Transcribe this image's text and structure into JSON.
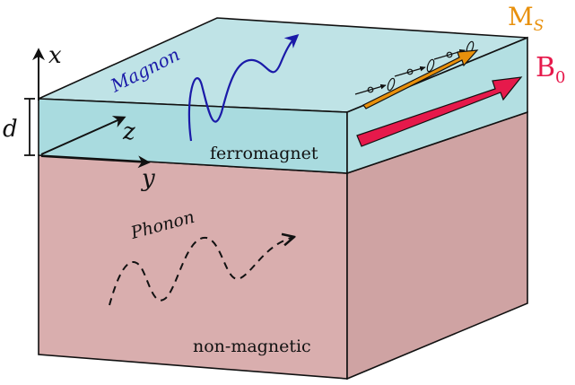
{
  "labels": {
    "magnon": "Magnon",
    "phonon": "Phonon",
    "ferromagnet": "ferromagnet",
    "non_magnetic": "non-magnetic",
    "axis_x": "x",
    "axis_y": "y",
    "axis_z": "z",
    "thickness": "d",
    "field_main": "B",
    "field_sub": "0",
    "magnetization_main": "M",
    "magnetization_sub": "S"
  },
  "colors": {
    "ferromagnet_layer": "#a9dbdf",
    "ferromagnet_top": "#bfe3e6",
    "substrate": "#d9aeae",
    "substrate_dark": "#cfa3a3",
    "magnon_wave": "#1a1aa8",
    "field_arrow": "#e6194b",
    "magnetization_arrow": "#e8900c",
    "outline": "#111111"
  },
  "icons": {
    "magnon": "magnon-wave-icon",
    "phonon": "phonon-wave-icon",
    "field": "field-arrow-icon",
    "magnetization": "magnetization-arrow-icon",
    "spins": "spin-precession-icon"
  }
}
